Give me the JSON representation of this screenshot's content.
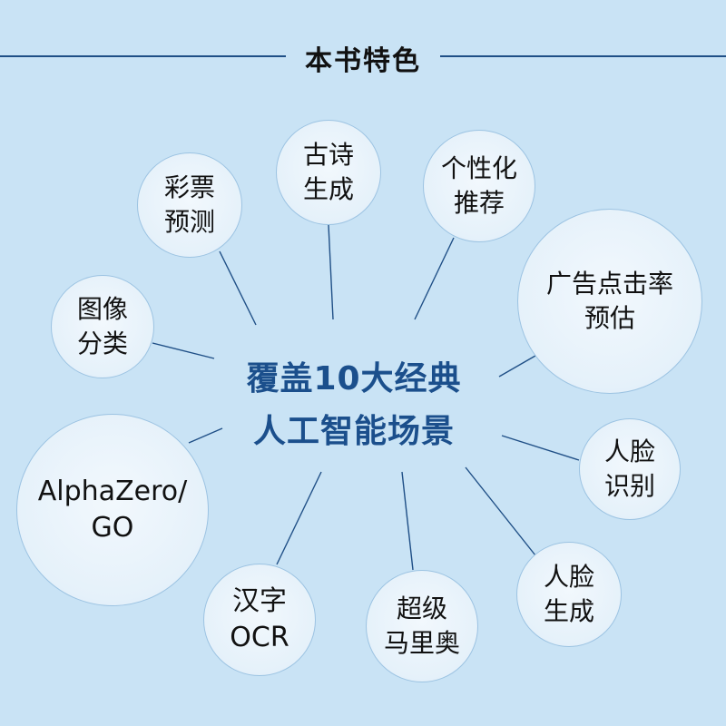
{
  "header": {
    "title": "本书特色"
  },
  "center": {
    "line1": "覆盖10大经典",
    "line2": "人工智能场景"
  },
  "bubbles": [
    {
      "line1": "古诗",
      "line2": "生成"
    },
    {
      "line1": "个性化",
      "line2": "推荐"
    },
    {
      "line1": "广告点击率",
      "line2": "预估"
    },
    {
      "line1": "人脸",
      "line2": "识别"
    },
    {
      "line1": "人脸",
      "line2": "生成"
    },
    {
      "line1": "超级",
      "line2": "马里奥"
    },
    {
      "line1": "汉字",
      "line2": "OCR"
    },
    {
      "line1": "AlphaZero/",
      "line2": "GO"
    },
    {
      "line1": "图像",
      "line2": "分类"
    },
    {
      "line1": "彩票",
      "line2": "预测"
    }
  ],
  "colors": {
    "line": "#1f4f86",
    "center_text": "#1b4f8c",
    "background": "#c9e3f5"
  }
}
